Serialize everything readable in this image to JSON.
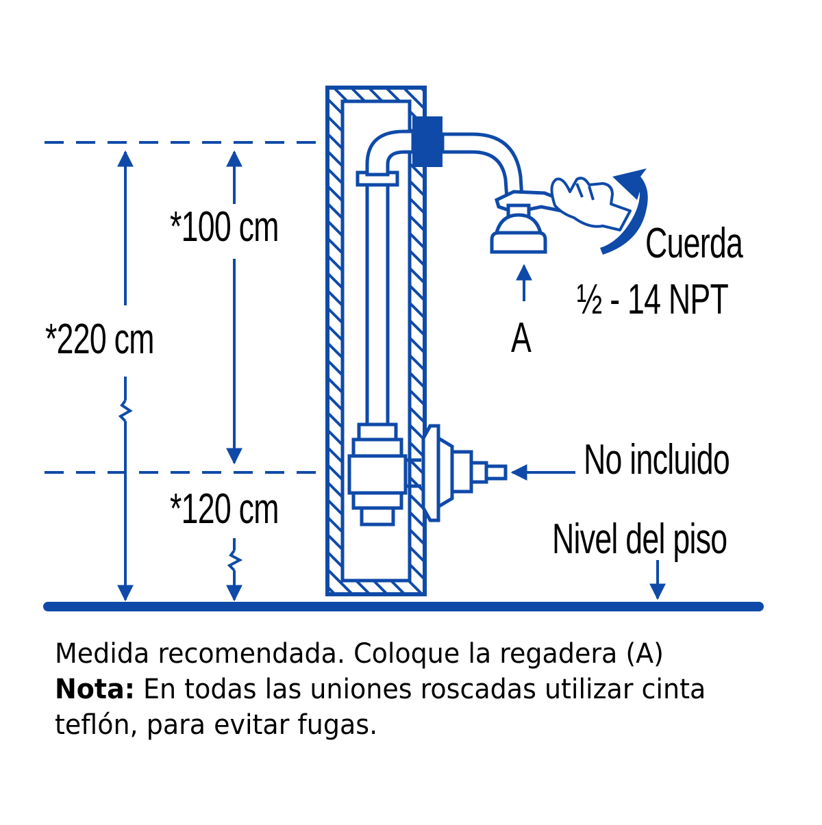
{
  "colors": {
    "line": "#0f4aa8",
    "text": "#000000",
    "background": "#ffffff"
  },
  "labels": {
    "dim_100": "*100 cm",
    "dim_220": "*220 cm",
    "dim_120": "*120 cm",
    "thread_line1": "Cuerda",
    "thread_line2": "½ - 14 NPT",
    "shower_ref": "A",
    "not_included": "No incluido",
    "floor_level": "Nivel del piso"
  },
  "notes": {
    "line1": "Medida recomendada. Coloque la regadera (A)",
    "note_label": "Nota:",
    "line2_rest": " En todas las uniones roscadas utilizar cinta",
    "line3": "teflón, para evitar fugas."
  }
}
